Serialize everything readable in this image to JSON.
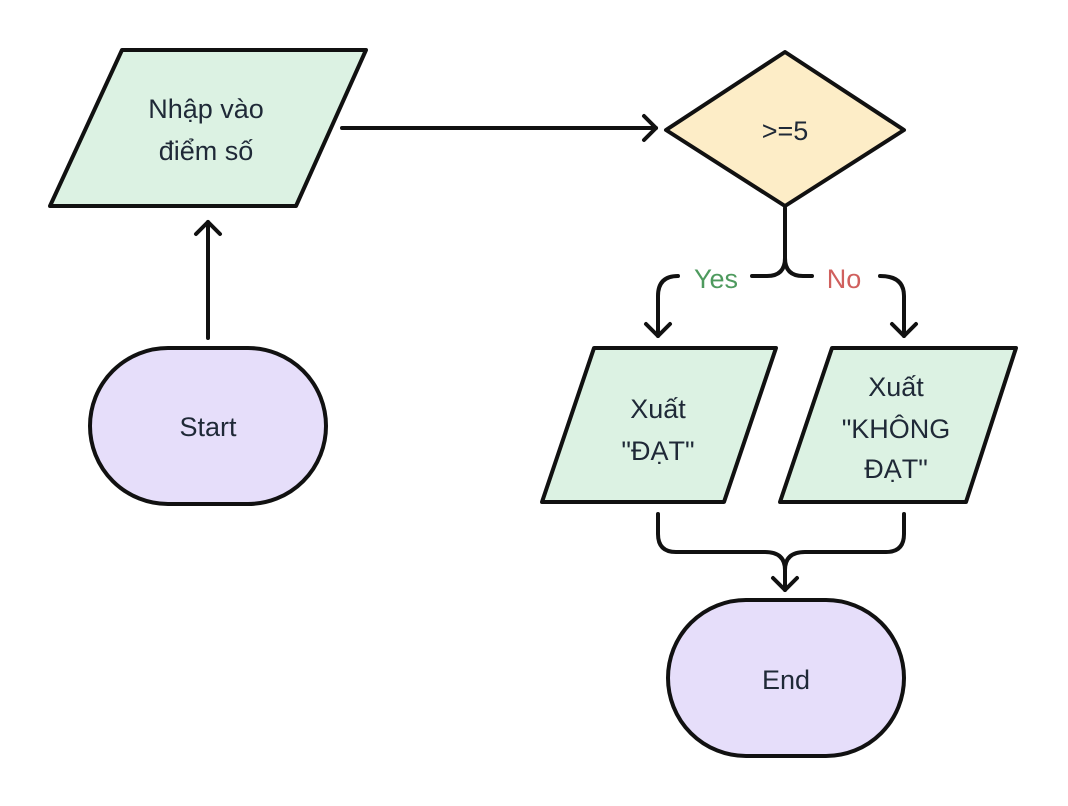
{
  "nodes": {
    "start": {
      "label": "Start"
    },
    "input": {
      "line1": "Nhập vào",
      "line2": "điểm số"
    },
    "decision": {
      "label": ">=5"
    },
    "output_pass": {
      "line1": "Xuất",
      "line2": "\"ĐẠT\""
    },
    "output_fail": {
      "line1": "Xuất",
      "line2": "\"KHÔNG",
      "line3": "ĐẠT\""
    },
    "end": {
      "label": "End"
    }
  },
  "edges": {
    "yes_label": "Yes",
    "no_label": "No"
  },
  "colors": {
    "terminal_fill": "#e6defa",
    "io_fill": "#dcf2e3",
    "decision_fill": "#fdedc7",
    "stroke": "#111111",
    "yes_text": "#4e9a5e",
    "no_text": "#d0605e",
    "node_text": "#1f2937"
  }
}
